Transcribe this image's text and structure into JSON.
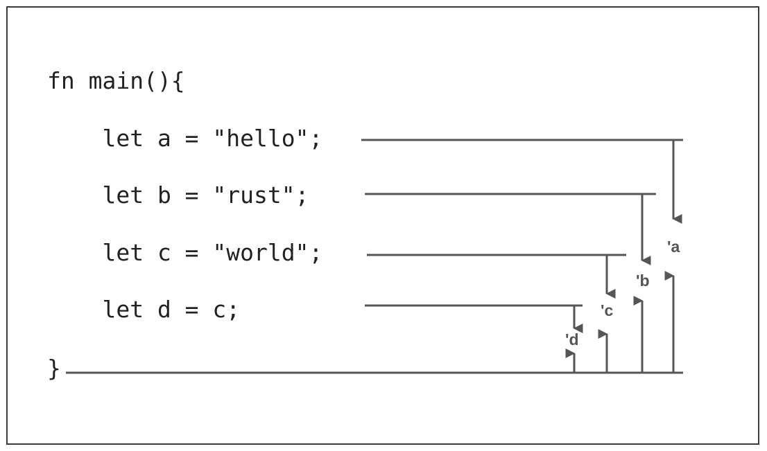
{
  "code_lines": [
    "fn main(){",
    "    let a = \"hello\";",
    "    let b = \"rust\";",
    "    let c = \"world\";",
    "    let d = c;",
    "}"
  ],
  "lifetimes": [
    {
      "label": "'a",
      "starts_at_line": 1
    },
    {
      "label": "'b",
      "starts_at_line": 2
    },
    {
      "label": "'c",
      "starts_at_line": 3
    },
    {
      "label": "'d",
      "starts_at_line": 4
    }
  ],
  "colors": {
    "line": "#555555",
    "text": "#222222",
    "frame": "#3a3a3a"
  }
}
